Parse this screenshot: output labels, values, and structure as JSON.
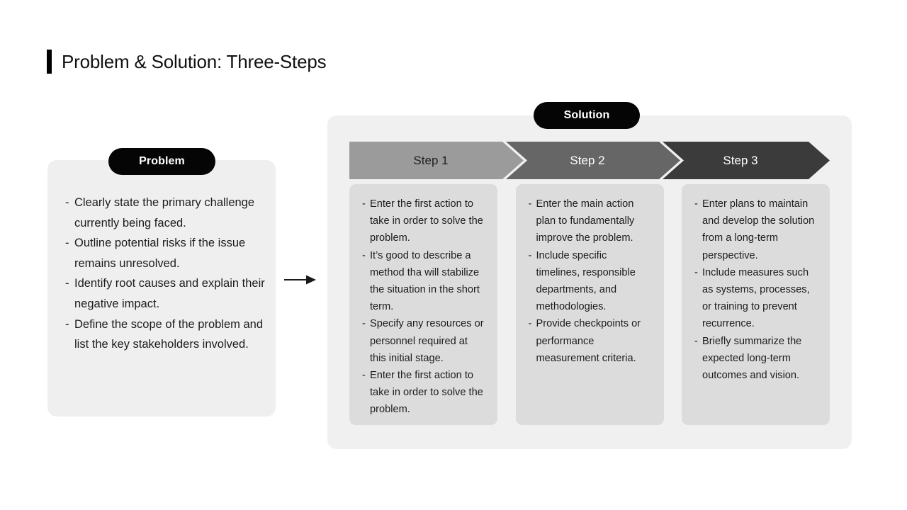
{
  "slide": {
    "title": "Problem & Solution: Three-Steps",
    "accent_color": "#000000",
    "background": "#ffffff"
  },
  "problem": {
    "label": "Problem",
    "card_color": "#efefef",
    "bullets": [
      "Clearly state the primary challenge currently being faced.",
      "Outline potential risks if the issue remains unresolved.",
      "Identify root causes and explain their negative impact.",
      "Define the scope of the problem and list the key stakeholders involved."
    ]
  },
  "connector": {
    "icon": "arrow-right-icon"
  },
  "solution": {
    "label": "Solution",
    "panel_color": "#f0f0f0",
    "steps": [
      {
        "label": "Step 1",
        "chevron_color": "#9b9b9b",
        "text_color": "#1f1f1f",
        "card_color": "#dcdcdc",
        "bullets": [
          "Enter the first action to take in order to solve the problem.",
          "It’s good to describe a method tha will stabilize the situation in the short term.",
          "Specify any resources or personnel required at this initial stage.",
          "Enter the first action to take in order to solve the problem."
        ]
      },
      {
        "label": "Step 2",
        "chevron_color": "#666666",
        "text_color": "#ffffff",
        "card_color": "#dcdcdc",
        "bullets": [
          "Enter the main action plan to fundamentally improve the problem.",
          "Include specific timelines, responsible departments, and methodologies.",
          "Provide checkpoints or performance measurement criteria."
        ]
      },
      {
        "label": "Step 3",
        "chevron_color": "#3c3b3b",
        "text_color": "#ffffff",
        "card_color": "#dcdcdc",
        "bullets": [
          "Enter plans to maintain and develop the solution from a long-term perspective.",
          "Include measures such as systems, processes, or training to prevent recurrence.",
          "Briefly summarize the expected long-term outcomes and vision."
        ]
      }
    ]
  },
  "bullet_marker": "-"
}
